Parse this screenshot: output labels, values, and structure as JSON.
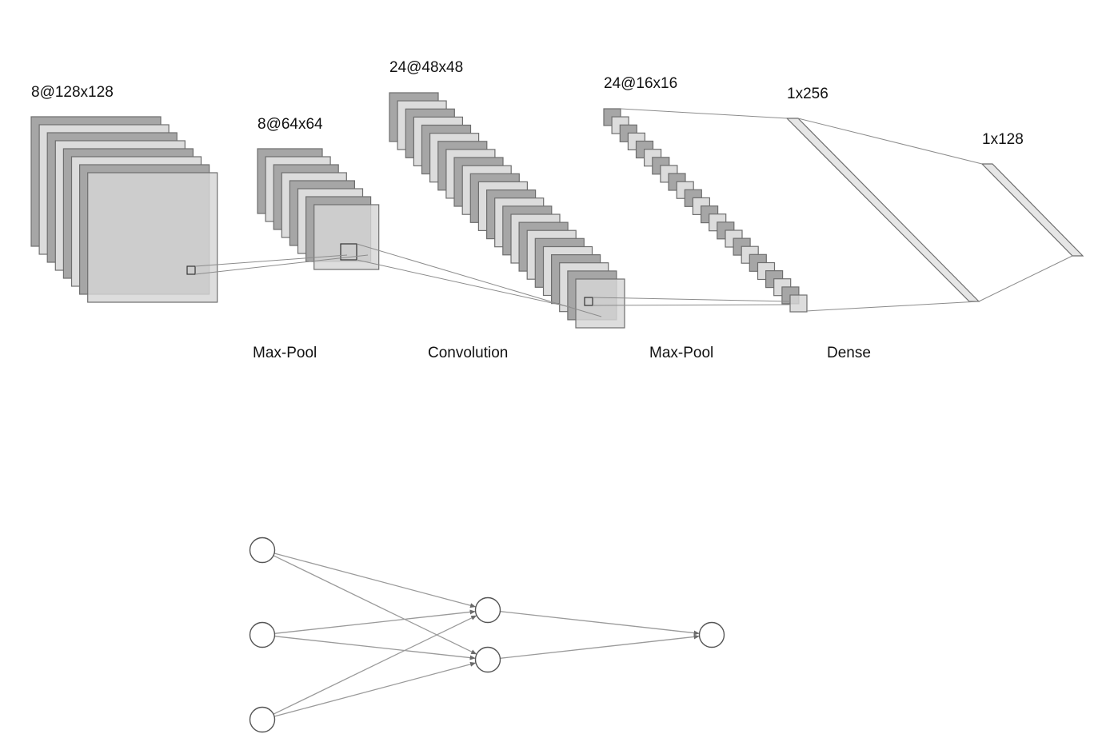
{
  "cnn": {
    "layers": [
      {
        "label": "8@128x128",
        "maps": 8
      },
      {
        "label": "8@64x64",
        "maps": 8
      },
      {
        "label": "24@48x48",
        "maps": 24
      },
      {
        "label": "24@16x16",
        "maps": 24
      },
      {
        "label": "1x256"
      },
      {
        "label": "1x128"
      }
    ],
    "operations": [
      "Max-Pool",
      "Convolution",
      "Max-Pool",
      "Dense"
    ]
  },
  "mlp": {
    "layers": [
      3,
      2,
      1
    ]
  },
  "colors": {
    "map_dark": "#a6a6a6",
    "map_light": "#dcdcdc",
    "map_front": "#d6d6d6",
    "stroke": "#6e6e6e",
    "line": "#8c8c8c",
    "dense_fill": "#e6e6e6",
    "node_stroke": "#555555",
    "edge": "#9a9a9a"
  }
}
